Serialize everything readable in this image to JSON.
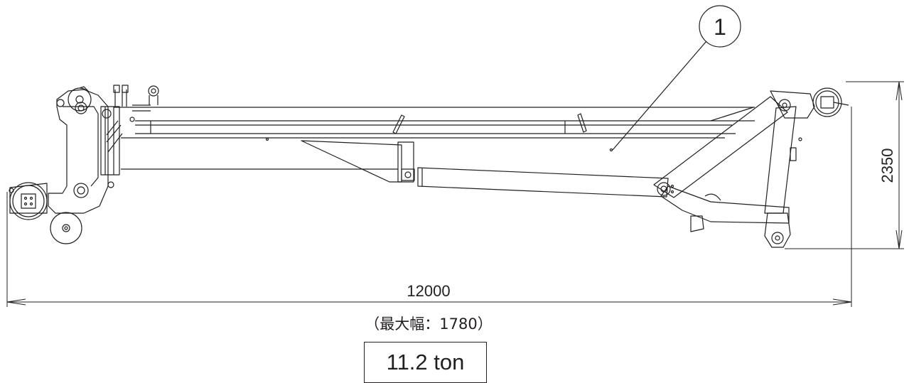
{
  "part_number": "1",
  "dimensions": {
    "length": "12000",
    "height": "2350",
    "max_width_note": "（最大幅：1780）"
  },
  "weight": "11.2 ton",
  "colors": {
    "line": "#231f20",
    "background": "#ffffff"
  }
}
